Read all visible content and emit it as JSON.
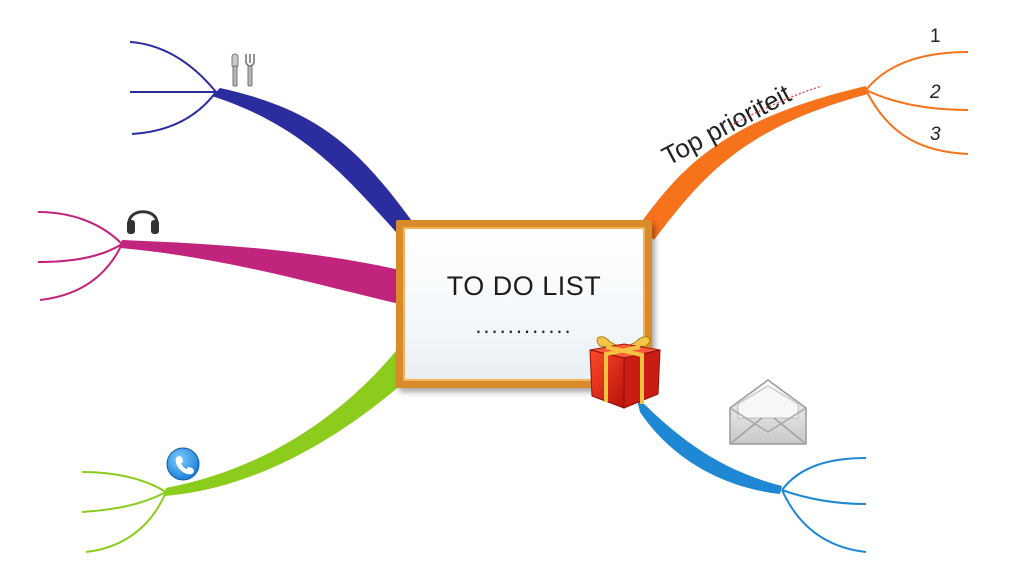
{
  "center": {
    "title": "TO DO LIST",
    "dots": "............"
  },
  "branches": [
    {
      "id": "top-left",
      "color": "#2b2d9e",
      "icon": "fork-knife-icon"
    },
    {
      "id": "middle-left",
      "color": "#c0247c",
      "icon": "headphones-icon"
    },
    {
      "id": "bottom-left",
      "color": "#8ccc1c",
      "icon": "phone-icon"
    },
    {
      "id": "top-right",
      "color": "#f6721b",
      "label": "Top prioriteit"
    },
    {
      "id": "bottom-right",
      "color": "#1e88d4",
      "icon": "envelope-icon"
    }
  ],
  "priority_items": [
    "1",
    "2",
    "3"
  ],
  "decoration": {
    "gift": "gift-icon"
  }
}
